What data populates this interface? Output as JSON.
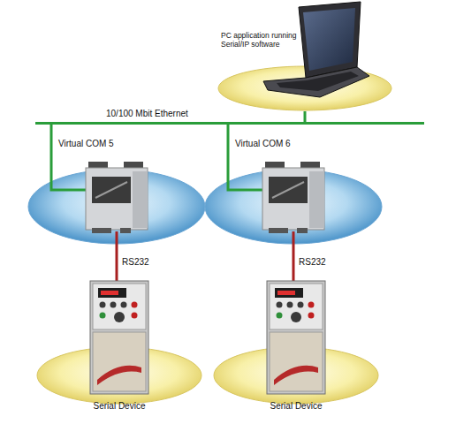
{
  "diagram": {
    "nodes": [
      {
        "text": [
          "PC application running Serial/IP software"
        ]
      },
      {
        "text": [
          "10/100 Mbit Ethernet"
        ]
      },
      {
        "text": [
          "Serial Device"
        ]
      },
      {
        "text": [
          "Serial Device"
        ]
      }
    ],
    "edges": [
      {
        "from": 0,
        "to": 1,
        "arrow": "none"
      }
    ],
    "labels": [
      "Virtual COM 5",
      "Virtual COM 6",
      "RS232",
      "RS232"
    ]
  }
}
